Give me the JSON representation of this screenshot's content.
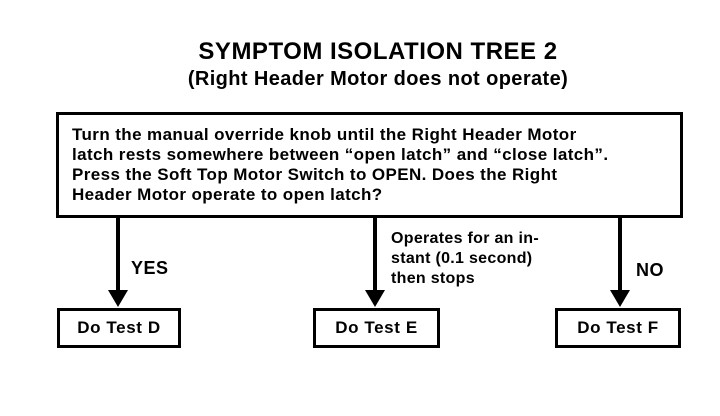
{
  "title": "SYMPTOM ISOLATION TREE 2",
  "subtitle": "(Right Header Motor does not operate)",
  "question": "Turn the manual override knob until the Right Header Motor\nlatch rests somewhere between “open latch” and “close latch”.\nPress the Soft Top Motor Switch to OPEN. Does the Right\nHeader Motor operate to open latch?",
  "branches": [
    {
      "label": "YES",
      "result": "Do Test D"
    },
    {
      "label": "Operates for an in-\nstant (0.1 second)\nthen stops",
      "result": "Do Test E"
    },
    {
      "label": "NO",
      "result": "Do Test F"
    }
  ],
  "colors": {
    "ink": "#000000",
    "background": "#ffffff"
  }
}
